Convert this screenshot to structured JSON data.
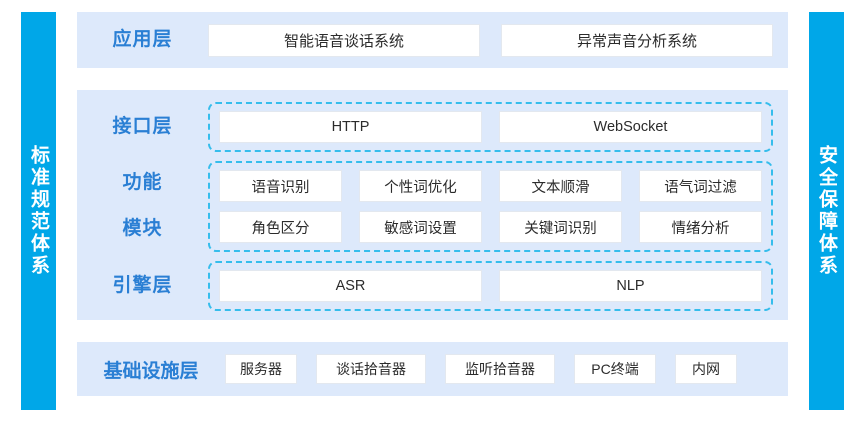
{
  "side_bars": {
    "left": {
      "text": "标准规范体系",
      "color": "#00a7e8"
    },
    "right": {
      "text": "安全保障体系",
      "color": "#00a7e8"
    }
  },
  "colors": {
    "panel_bg": "#dde9fb",
    "label_blue": "#2a7fd4",
    "dashed_border": "#35bdec",
    "box_bg": "#ffffff",
    "bar_blue": "#00a7e8"
  },
  "application_layer": {
    "label": "应用层",
    "items": [
      {
        "label": "智能语音谈话系统"
      },
      {
        "label": "异常声音分析系统"
      }
    ]
  },
  "interface_layer": {
    "label": "接口层",
    "items": [
      {
        "label": "HTTP"
      },
      {
        "label": "WebSocket"
      }
    ]
  },
  "function_module": {
    "label_line1": "功能",
    "label_line2": "模块",
    "row1": [
      {
        "label": "语音识别"
      },
      {
        "label": "个性词优化"
      },
      {
        "label": "文本顺滑"
      },
      {
        "label": "语气词过滤"
      }
    ],
    "row2": [
      {
        "label": "角色区分"
      },
      {
        "label": "敏感词设置"
      },
      {
        "label": "关键词识别"
      },
      {
        "label": "情绪分析"
      }
    ]
  },
  "engine_layer": {
    "label": "引擎层",
    "items": [
      {
        "label": "ASR"
      },
      {
        "label": "NLP"
      }
    ]
  },
  "infrastructure_layer": {
    "label": "基础设施层",
    "items": [
      {
        "label": "服务器"
      },
      {
        "label": "谈话拾音器"
      },
      {
        "label": "监听拾音器"
      },
      {
        "label": "PC终端"
      },
      {
        "label": "内网"
      }
    ]
  }
}
